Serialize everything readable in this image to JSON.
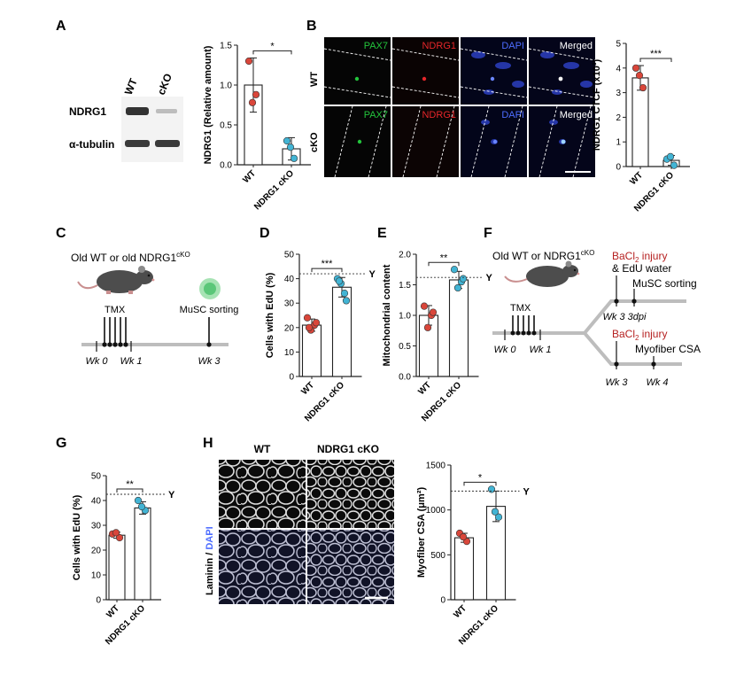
{
  "panel_letters": [
    "A",
    "B",
    "C",
    "D",
    "E",
    "F",
    "G",
    "H"
  ],
  "colors": {
    "wt": "#d9463a",
    "cko": "#42b4d4",
    "red_text": "#b51f1f",
    "pax7": "#23c43c",
    "ndrg1": "#e6262a",
    "dapi": "#4d6dff",
    "grey_timeline": "#bdbdbd"
  },
  "panel_a": {
    "blot_columns": [
      "WT",
      "cKO"
    ],
    "blot_rows": [
      "NDRG1",
      "α-tubulin"
    ]
  },
  "panel_b": {
    "row_labels": [
      "WT",
      "cKO"
    ],
    "channel_labels": [
      "PAX7",
      "NDRG1",
      "DAPI",
      "Merged"
    ]
  },
  "panel_c": {
    "title": "Old WT or old NDRG1",
    "title_sup": "cKO",
    "tmx": "TMX",
    "sorting": "MuSC sorting",
    "ticks": [
      "Wk 0",
      "Wk 1",
      "Wk 3"
    ]
  },
  "panel_f": {
    "title": "Old WT or NDRG1",
    "title_sup": "cKO",
    "tmx": "TMX",
    "ticks": [
      "Wk 0",
      "Wk 1"
    ],
    "injury": "BaCl",
    "injury_sub": "2",
    "injury_tail": " injury",
    "edu_water": "& EdU water",
    "musc_sorting": "MuSC sorting",
    "myofiber_csa": "Myofiber CSA",
    "upper_ticks": [
      "Wk 3 3dpi"
    ],
    "lower_ticks": [
      "Wk 3",
      "Wk 4"
    ]
  },
  "panel_h": {
    "col_labels": [
      "WT",
      "NDRG1 cKO"
    ],
    "side_label_1": "Laminin",
    "side_label_sep": " / ",
    "side_label_2": "DAPI"
  },
  "chart_data": [
    {
      "id": "A",
      "type": "bar",
      "categories": [
        "WT",
        "NDRG1 cKO"
      ],
      "values": [
        1.0,
        0.2
      ],
      "errors": [
        0.34,
        0.14
      ],
      "points": [
        [
          1.3,
          0.88,
          0.78
        ],
        [
          0.3,
          0.08,
          0.22
        ]
      ],
      "ylabel": "NDRG1 (Relative amount)",
      "ylim": [
        0,
        1.5
      ],
      "yticks": [
        "0.0",
        "0.5",
        "1.0",
        "1.5"
      ],
      "significance": "*"
    },
    {
      "id": "B",
      "type": "bar",
      "categories": [
        "WT",
        "NDRG1 cKO"
      ],
      "values": [
        3.6,
        0.25
      ],
      "errors": [
        0.5,
        0.2
      ],
      "points": [
        [
          4.0,
          3.2,
          3.7
        ],
        [
          0.3,
          0.05,
          0.4
        ]
      ],
      "ylabel": "NDRG1 CTCF (x10³)",
      "ylim": [
        0,
        5
      ],
      "yticks": [
        "0",
        "1",
        "2",
        "3",
        "4",
        "5"
      ],
      "significance": "***"
    },
    {
      "id": "D",
      "type": "bar",
      "categories": [
        "WT",
        "NDRG1 cKO"
      ],
      "values": [
        21,
        36.5
      ],
      "errors": [
        2.5,
        4
      ],
      "points": [
        [
          24,
          21,
          19,
          22,
          20
        ],
        [
          40,
          34,
          38,
          31,
          39
        ]
      ],
      "ylabel": "Cells with EdU (%)",
      "ylim": [
        0,
        50
      ],
      "yticks": [
        "0",
        "10",
        "20",
        "30",
        "40",
        "50"
      ],
      "reference_line": 42,
      "reference_label": "Y",
      "significance": "***"
    },
    {
      "id": "E",
      "type": "bar",
      "categories": [
        "WT",
        "NDRG1 cKO"
      ],
      "values": [
        1.0,
        1.58
      ],
      "errors": [
        0.16,
        0.14
      ],
      "points": [
        [
          1.15,
          1.0,
          0.8,
          1.05
        ],
        [
          1.75,
          1.55,
          1.45,
          1.6
        ]
      ],
      "ylabel": "Mitochondrial content",
      "ylim": [
        0,
        2.0
      ],
      "yticks": [
        "0.0",
        "0.5",
        "1.0",
        "1.5",
        "2.0"
      ],
      "reference_line": 1.62,
      "reference_label": "Y",
      "significance": "**"
    },
    {
      "id": "G",
      "type": "bar",
      "categories": [
        "WT",
        "NDRG1 cKO"
      ],
      "values": [
        26,
        37
      ],
      "errors": [
        1.2,
        2.5
      ],
      "points": [
        [
          26.5,
          25,
          27
        ],
        [
          40,
          36,
          37.5
        ]
      ],
      "ylabel": "Cells with EdU (%)",
      "ylim": [
        0,
        50
      ],
      "yticks": [
        "0",
        "10",
        "20",
        "30",
        "40",
        "50"
      ],
      "reference_line": 42.5,
      "reference_label": "Y",
      "significance": "**"
    },
    {
      "id": "H",
      "type": "bar",
      "categories": [
        "WT",
        "NDRG1 cKO"
      ],
      "values": [
        690,
        1040
      ],
      "errors": [
        50,
        170
      ],
      "points": [
        [
          740,
          650,
          700
        ],
        [
          1230,
          920,
          980
        ]
      ],
      "ylabel": "Myofiber CSA (μm²)",
      "ylim": [
        0,
        1500
      ],
      "yticks": [
        "0",
        "500",
        "1000",
        "1500"
      ],
      "reference_line": 1210,
      "reference_label": "Y",
      "significance": "*"
    }
  ]
}
